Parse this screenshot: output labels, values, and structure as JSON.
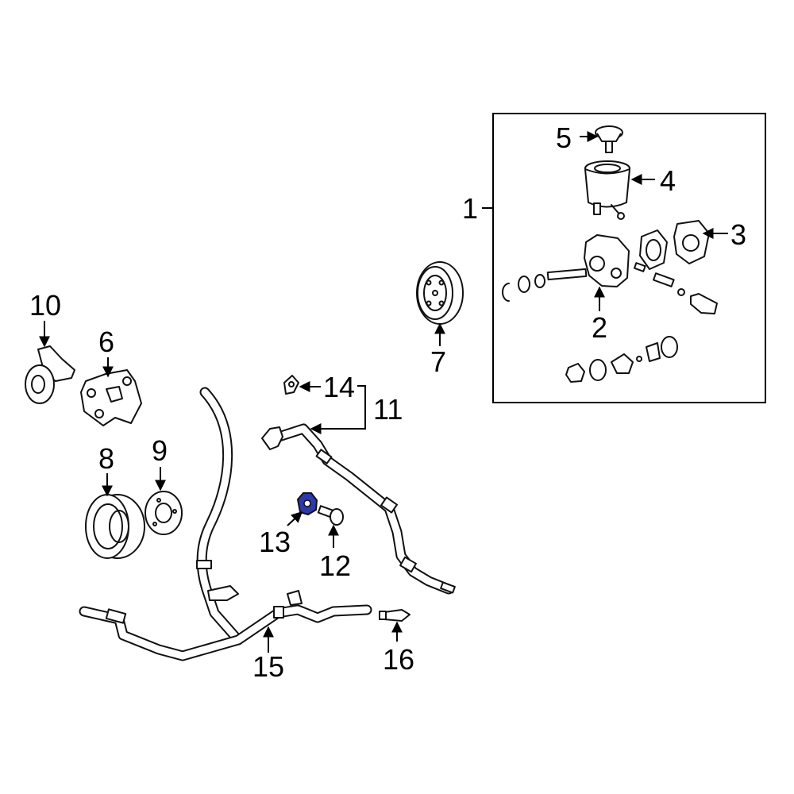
{
  "diagram": {
    "highlight_color": "#2b3aa8",
    "highlighted_part": "13",
    "callouts": {
      "c1": "1",
      "c2": "2",
      "c3": "3",
      "c4": "4",
      "c5": "5",
      "c6": "6",
      "c7": "7",
      "c8": "8",
      "c9": "9",
      "c10": "10",
      "c11": "11",
      "c12": "12",
      "c13": "13",
      "c14": "14",
      "c15": "15",
      "c16": "16"
    }
  }
}
